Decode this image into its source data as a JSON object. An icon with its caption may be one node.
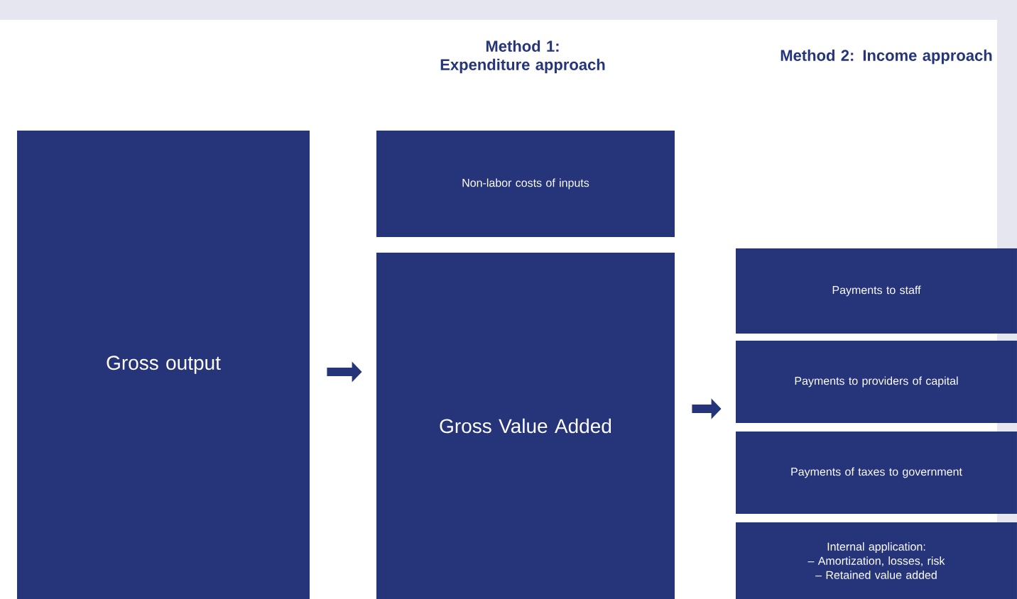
{
  "diagram": {
    "nodes": [
      {
        "text": [
          "Gross output"
        ]
      },
      {
        "text": [
          "Non-labor costs of inputs"
        ]
      },
      {
        "text": [
          "Gross Value Added"
        ]
      },
      {
        "text": [
          "Payments to staff"
        ]
      },
      {
        "text": [
          "Payments to providers of capital"
        ]
      },
      {
        "text": [
          "Payments of taxes to government"
        ]
      },
      {
        "text": [
          "Internal application:",
          "– Amortization, losses, risk",
          "– Retained value added"
        ]
      }
    ],
    "edges": [
      {
        "from": 0,
        "to": 2,
        "arrow": "to"
      },
      {
        "from": 2,
        "to": 4,
        "arrow": "to"
      }
    ],
    "labels": [
      "Method 1: Expenditure approach",
      "Method 2: Income approach"
    ]
  }
}
